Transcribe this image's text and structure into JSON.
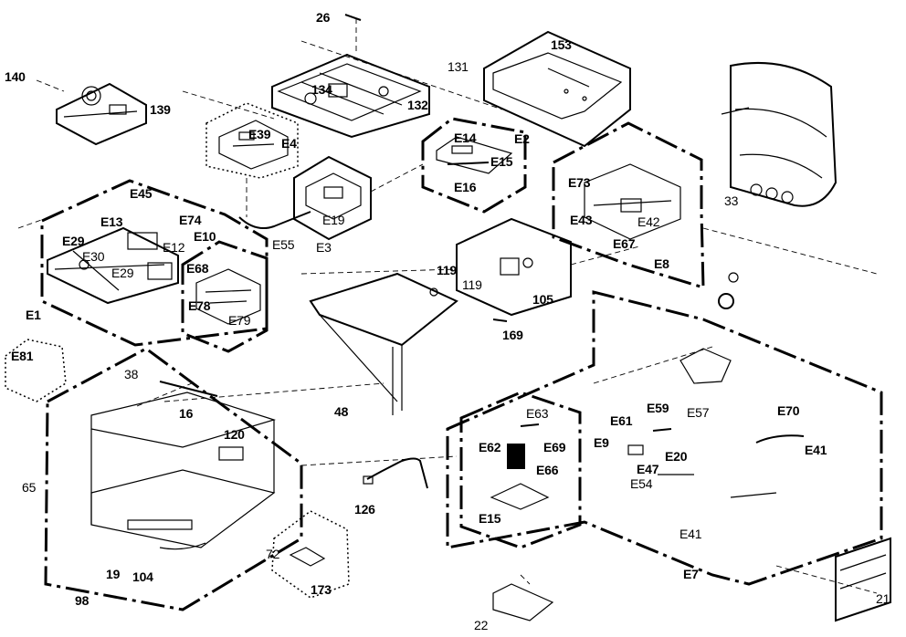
{
  "diagram": {
    "callouts": {
      "c26": "26",
      "c140": "140",
      "c139": "139",
      "c134": "134",
      "c132": "132",
      "c131": "131",
      "c153": "153",
      "cE39": "E39",
      "cE4": "E4",
      "cE14": "E14",
      "cE2": "E2",
      "cE15a": "E15",
      "cE16": "E16",
      "cE45": "E45",
      "cE13": "E13",
      "cE74": "E74",
      "cE10": "E10",
      "cE29a": "E29",
      "cE30": "E30",
      "cE12": "E12",
      "cE29b": "E29",
      "cE68": "E68",
      "cE78": "E78",
      "cE79": "E79",
      "cE1": "E1",
      "cE19": "E19",
      "cE3": "E3",
      "cE55": "E55",
      "cE73": "E73",
      "cE43": "E43",
      "cE42": "E42",
      "cE67": "E67",
      "cE8": "E8",
      "c33": "33",
      "c119a": "119",
      "c119b": "119",
      "c105": "105",
      "c169": "169",
      "cE81": "E81",
      "c38": "38",
      "c16": "16",
      "c48": "48",
      "c120": "120",
      "c65": "65",
      "c126": "126",
      "c72": "72",
      "c173": "173",
      "c19": "19",
      "c104": "104",
      "c98": "98",
      "cE63": "E63",
      "cE62": "E62",
      "cE69": "E69",
      "cE9": "E9",
      "cE66": "E66",
      "cE15b": "E15",
      "cE61": "E61",
      "cE59": "E59",
      "cE57": "E57",
      "cE70": "E70",
      "cE41a": "E41",
      "cE47": "E47",
      "cE20": "E20",
      "cE54": "E54",
      "cE41b": "E41",
      "cE7": "E7",
      "c22": "22",
      "c21": "21"
    }
  }
}
